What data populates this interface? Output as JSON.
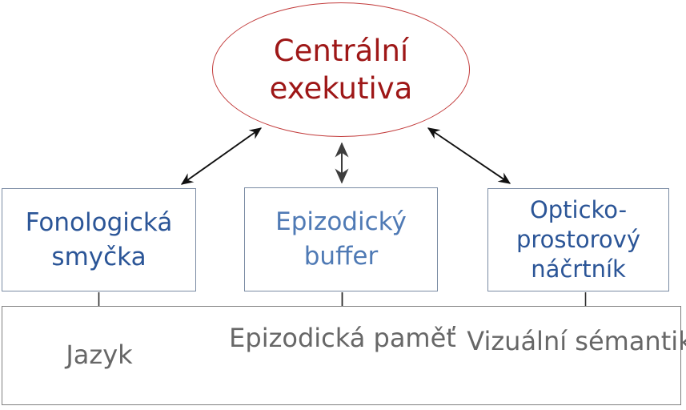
{
  "diagram": {
    "model_name": "working-memory-model",
    "colors": {
      "central_text": "#9e1717",
      "central_border": "#c23b3b",
      "slave_box_border": "#7a8ba3",
      "slave_text_dark": "#2b5597",
      "slave_text_light": "#4f7ab5",
      "band_border": "#7f7f7f",
      "band_text": "#676767",
      "arrow_black": "#111111",
      "arrow_gray": "#3d3d3d"
    },
    "nodes": {
      "central": {
        "label": "Centrální exekutiva",
        "lines": [
          "Centrální",
          "exekutiva"
        ],
        "shape": "ellipse"
      },
      "phonological": {
        "label": "Fonologická smyčka",
        "lines": [
          "Fonologická",
          "smyčka"
        ],
        "shape": "rect"
      },
      "episodic_buffer": {
        "label": "Epizodický buffer",
        "lines": [
          "Epizodický",
          "buffer"
        ],
        "shape": "rect"
      },
      "visuospatial": {
        "label": "Opticko-prostorový náčrtník",
        "lines": [
          "Opticko-",
          "prostorový",
          "náčrtník"
        ],
        "shape": "rect"
      },
      "language": {
        "label": "Jazyk",
        "lines": [
          "Jazyk"
        ],
        "shape": "band-label"
      },
      "episodic_memory": {
        "label": "Epizodická paměť",
        "lines": [
          "Epizodická",
          "paměť"
        ],
        "shape": "band-label"
      },
      "visual_semantics": {
        "label": "Vizuální sémantika",
        "lines": [
          "Vizuální",
          "sémantika"
        ],
        "shape": "band-label"
      }
    },
    "edges": [
      {
        "from": "central",
        "to": "phonological",
        "type": "double-arrow",
        "color": "#111111"
      },
      {
        "from": "central",
        "to": "episodic_buffer",
        "type": "double-arrow",
        "color": "#3d3d3d"
      },
      {
        "from": "central",
        "to": "visuospatial",
        "type": "double-arrow",
        "color": "#111111"
      },
      {
        "from": "phonological",
        "to": "language",
        "type": "plain-line",
        "color": "#2b2b2b"
      },
      {
        "from": "episodic_buffer",
        "to": "episodic_memory",
        "type": "plain-line",
        "color": "#2b2b2b"
      },
      {
        "from": "visuospatial",
        "to": "visual_semantics",
        "type": "plain-line",
        "color": "#2b2b2b"
      },
      {
        "from": "language",
        "to": "episodic_memory",
        "type": "double-arrow",
        "color": "#111111"
      },
      {
        "from": "episodic_memory",
        "to": "visual_semantics",
        "type": "double-arrow",
        "color": "#111111"
      }
    ]
  }
}
